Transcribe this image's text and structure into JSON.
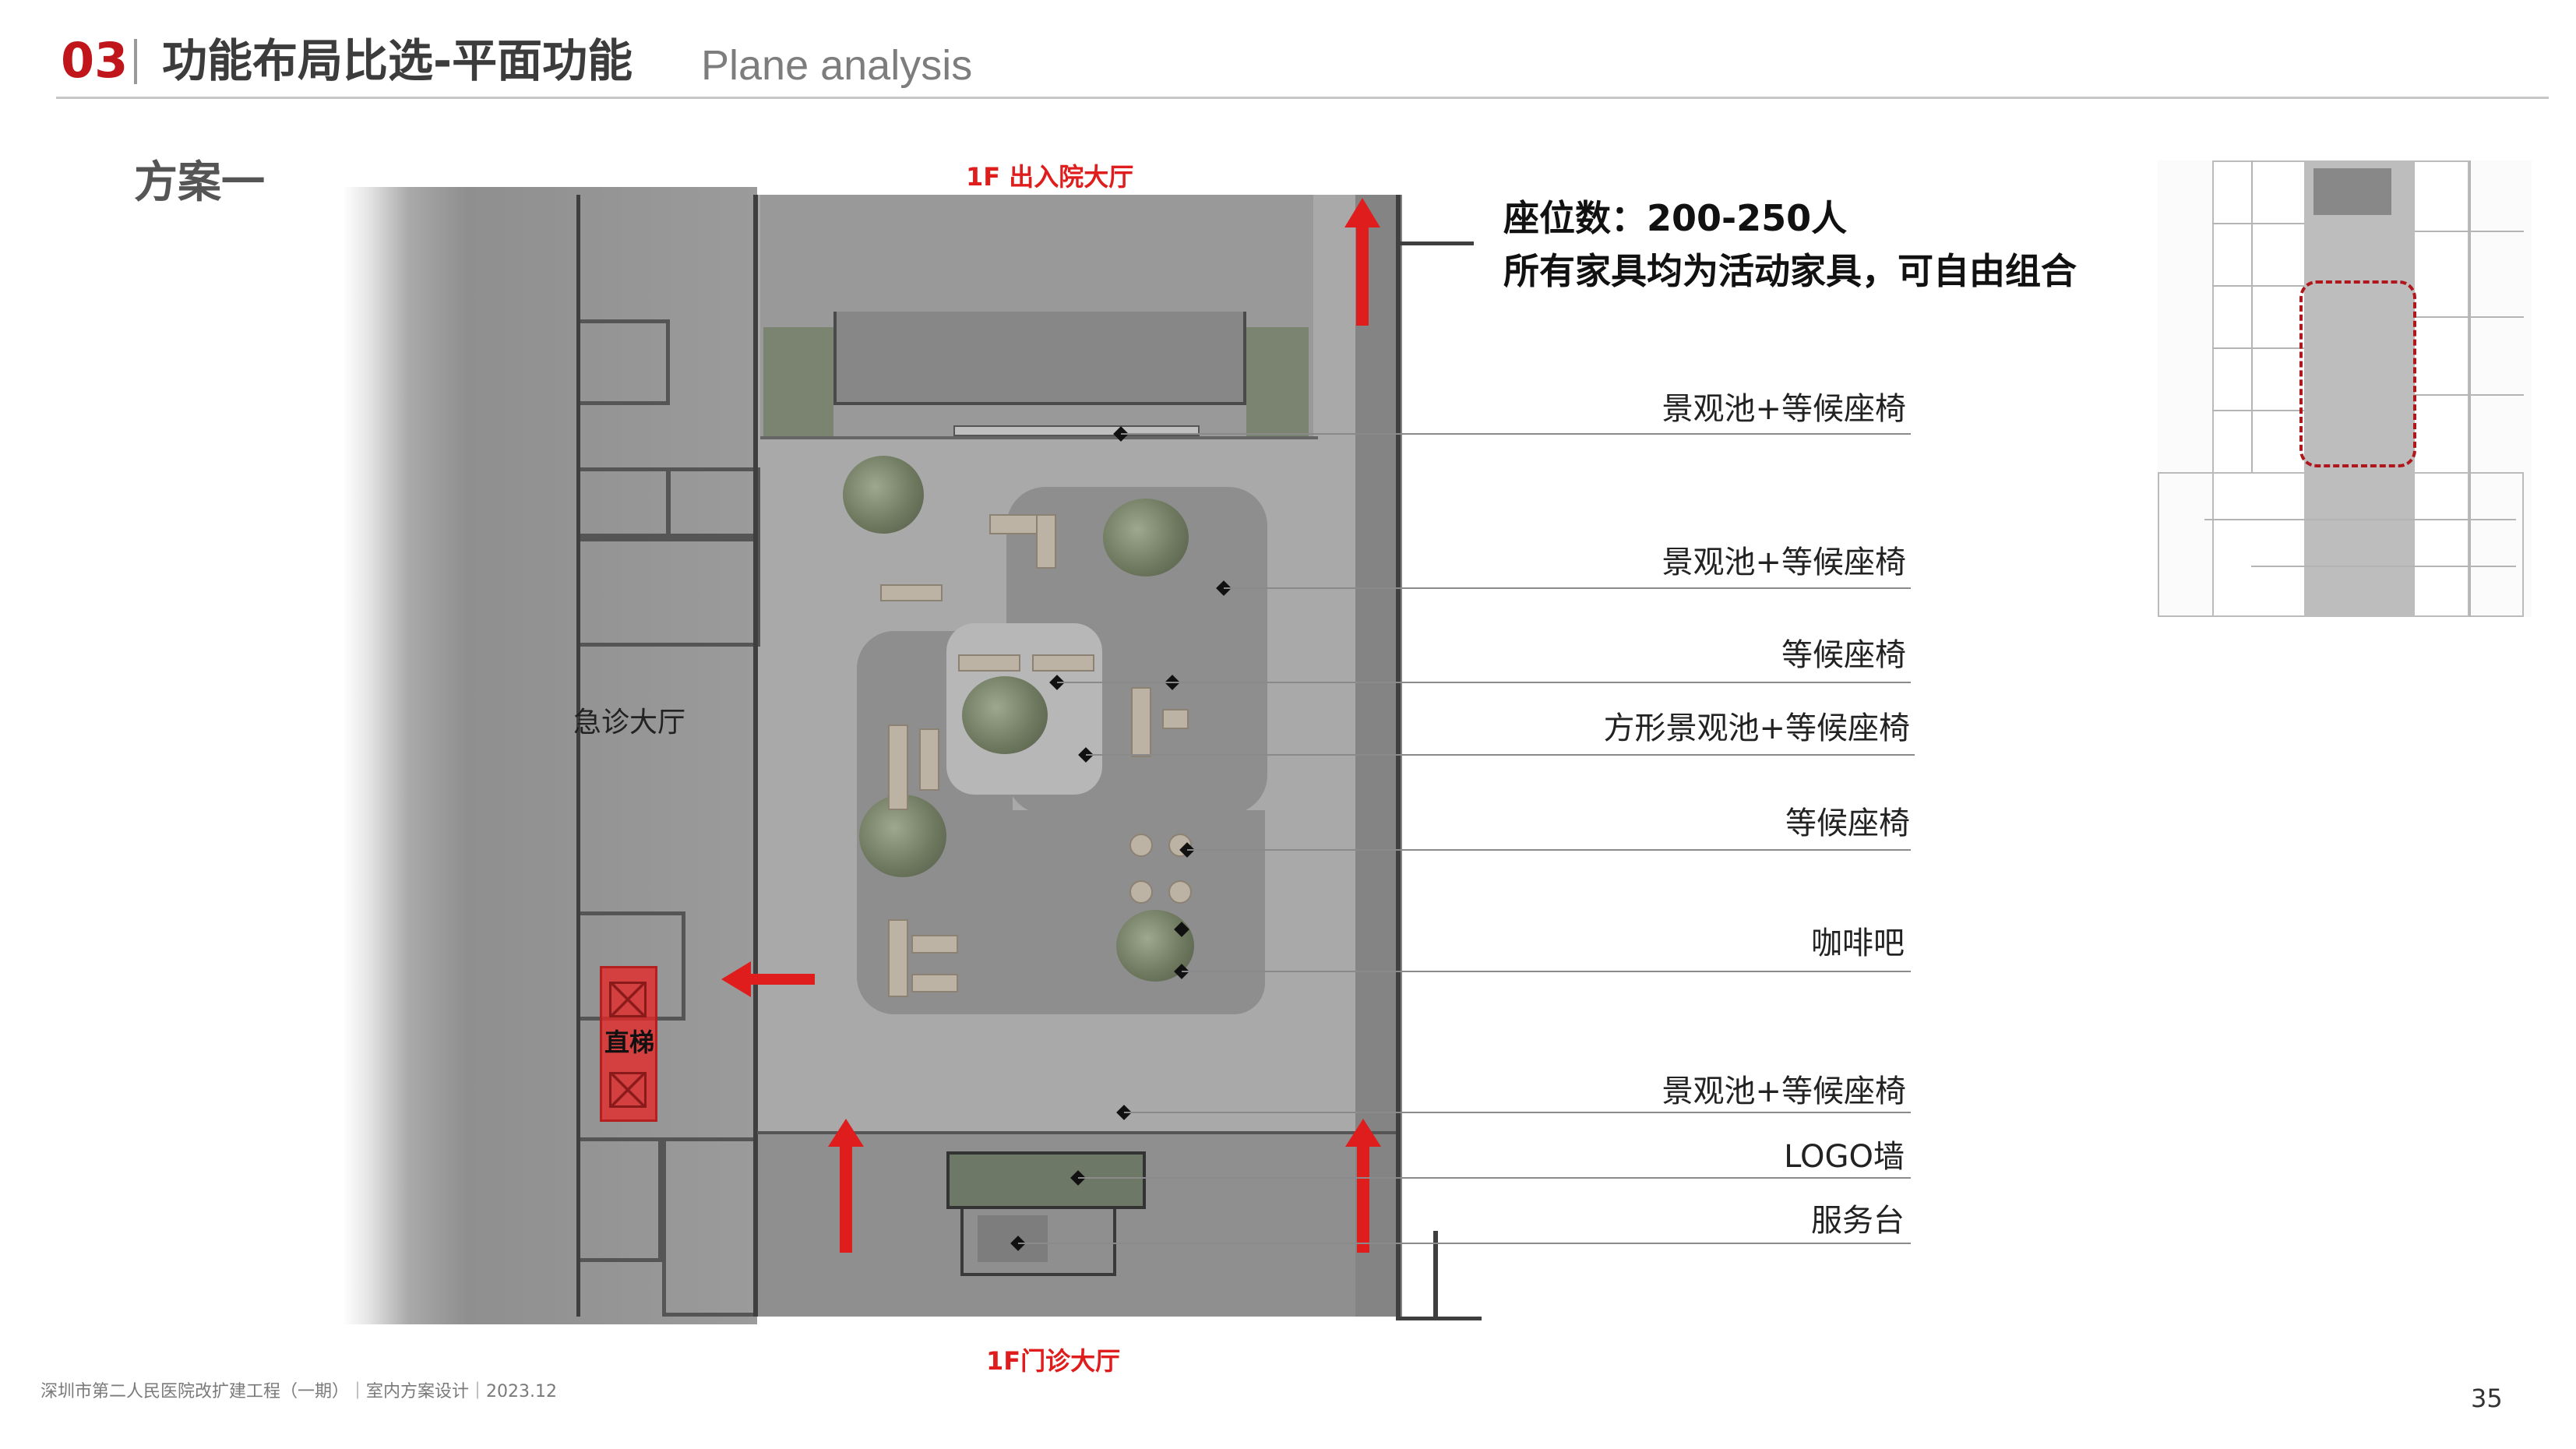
{
  "header": {
    "section_number": "03",
    "title": "功能布局比选-平面功能",
    "subtitle": "Plane analysis"
  },
  "scheme": {
    "title": "方案一"
  },
  "plan": {
    "top_label": "1F 出入院大厅",
    "bottom_label": "1F门诊大厅",
    "emergency_hall": "急诊大厅",
    "elevator": "直梯"
  },
  "seat_info": {
    "line1": "座位数：200-250人",
    "line2": "所有家具均为活动家具，可自由组合"
  },
  "callouts": [
    "景观池+等候座椅",
    "景观池+等候座椅",
    "等候座椅",
    "方形景观池+等候座椅",
    "等候座椅",
    "咖啡吧",
    "景观池+等候座椅",
    "LOGO墙",
    "服务台"
  ],
  "colors": {
    "accent_red": "#c0161b",
    "arrow_red": "#e01d1d",
    "keyplan_highlight": "#b0171d"
  },
  "footer": {
    "text": "深圳市第二人民医院改扩建工程（一期）｜室内方案设计｜2023.12",
    "page_number": "35"
  }
}
